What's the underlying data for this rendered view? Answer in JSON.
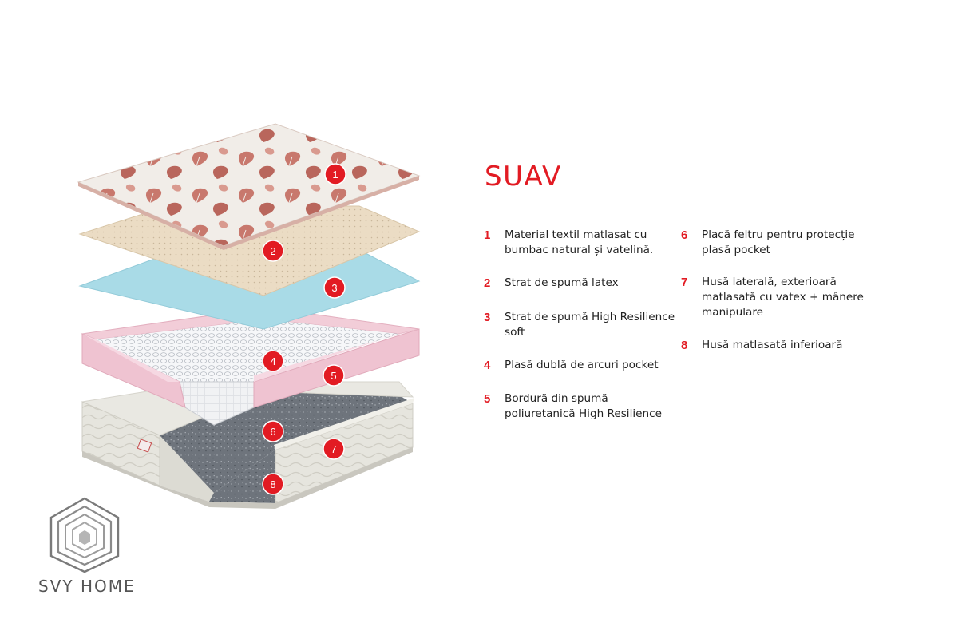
{
  "product": {
    "title": "SUAV"
  },
  "markers": [
    "1",
    "2",
    "3",
    "4",
    "5",
    "6",
    "7",
    "8"
  ],
  "legend": {
    "left": [
      {
        "number": "1",
        "text": "Material textil matlasat cu bumbac natural și vatelină."
      },
      {
        "number": "2",
        "text": "Strat de spumă latex"
      },
      {
        "number": "3",
        "text": "Strat de spumă High Resilience soft"
      },
      {
        "number": "4",
        "text": "Plasă dublă de arcuri pocket"
      },
      {
        "number": "5",
        "text": "Bordură din spumă poliuretanică High Resilience"
      }
    ],
    "right": [
      {
        "number": "6",
        "text": "Placă feltru pentru protecție plasă pocket"
      },
      {
        "number": "7",
        "text": "Husă laterală, exterioară matlasată cu vatex + mânere manipulare"
      },
      {
        "number": "8",
        "text": "Husă matlasată inferioară"
      }
    ]
  },
  "brand": {
    "name": "SVY HOME"
  },
  "colors": {
    "accent": "#e21b23",
    "topFabric": "#f3eeea",
    "topPattern": "#c5746a",
    "latex": "#ebdcc4",
    "hrFoam": "#a9dbe7",
    "border": "#efc3d1",
    "felt": "#6a7078",
    "sideCover": "#e4e3dc"
  }
}
